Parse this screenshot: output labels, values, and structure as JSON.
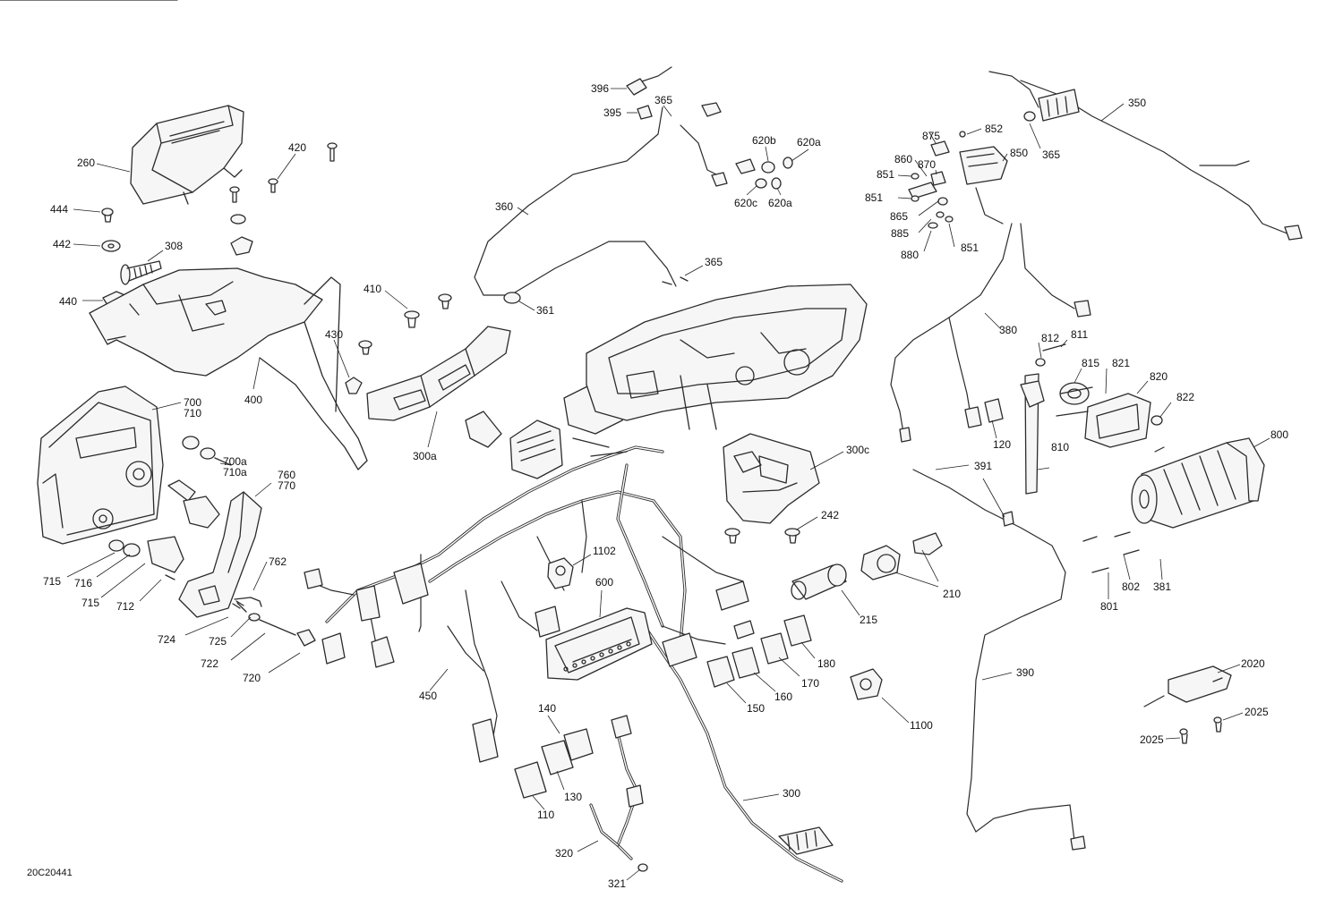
{
  "drawing_ref": "20C20441",
  "callouts": [
    {
      "id": "p396",
      "text": "396"
    },
    {
      "id": "p365a",
      "text": "365"
    },
    {
      "id": "p395",
      "text": "395"
    },
    {
      "id": "p620b",
      "text": "620b"
    },
    {
      "id": "p620a1",
      "text": "620a"
    },
    {
      "id": "p620c",
      "text": "620c"
    },
    {
      "id": "p620a2",
      "text": "620a"
    },
    {
      "id": "p360",
      "text": "360"
    },
    {
      "id": "p365b",
      "text": "365"
    },
    {
      "id": "p361",
      "text": "361"
    },
    {
      "id": "p260",
      "text": "260"
    },
    {
      "id": "p420",
      "text": "420"
    },
    {
      "id": "p444",
      "text": "444"
    },
    {
      "id": "p442",
      "text": "442"
    },
    {
      "id": "p308",
      "text": "308"
    },
    {
      "id": "p440",
      "text": "440"
    },
    {
      "id": "p410",
      "text": "410"
    },
    {
      "id": "p430",
      "text": "430"
    },
    {
      "id": "p400",
      "text": "400"
    },
    {
      "id": "p300a",
      "text": "300a"
    },
    {
      "id": "p700",
      "text": "700"
    },
    {
      "id": "p710",
      "text": "710"
    },
    {
      "id": "p700a",
      "text": "700a"
    },
    {
      "id": "p710a",
      "text": "710a"
    },
    {
      "id": "p760",
      "text": "760"
    },
    {
      "id": "p770",
      "text": "770"
    },
    {
      "id": "p762",
      "text": "762"
    },
    {
      "id": "p715a",
      "text": "715"
    },
    {
      "id": "p716",
      "text": "716"
    },
    {
      "id": "p715b",
      "text": "715"
    },
    {
      "id": "p712",
      "text": "712"
    },
    {
      "id": "p724",
      "text": "724"
    },
    {
      "id": "p725",
      "text": "725"
    },
    {
      "id": "p722",
      "text": "722"
    },
    {
      "id": "p720",
      "text": "720"
    },
    {
      "id": "p350",
      "text": "350"
    },
    {
      "id": "p365c",
      "text": "365"
    },
    {
      "id": "p875",
      "text": "875"
    },
    {
      "id": "p852",
      "text": "852"
    },
    {
      "id": "p850",
      "text": "850"
    },
    {
      "id": "p860",
      "text": "860"
    },
    {
      "id": "p870",
      "text": "870"
    },
    {
      "id": "p851a",
      "text": "851"
    },
    {
      "id": "p851b",
      "text": "851"
    },
    {
      "id": "p865",
      "text": "865"
    },
    {
      "id": "p885",
      "text": "885"
    },
    {
      "id": "p880",
      "text": "880"
    },
    {
      "id": "p851c",
      "text": "851"
    },
    {
      "id": "p380",
      "text": "380"
    },
    {
      "id": "p812",
      "text": "812"
    },
    {
      "id": "p811",
      "text": "811"
    },
    {
      "id": "p815",
      "text": "815"
    },
    {
      "id": "p821",
      "text": "821"
    },
    {
      "id": "p820",
      "text": "820"
    },
    {
      "id": "p822",
      "text": "822"
    },
    {
      "id": "p120",
      "text": "120"
    },
    {
      "id": "p810",
      "text": "810"
    },
    {
      "id": "p800",
      "text": "800"
    },
    {
      "id": "p300c",
      "text": "300c"
    },
    {
      "id": "p391",
      "text": "391"
    },
    {
      "id": "p242",
      "text": "242"
    },
    {
      "id": "p1102",
      "text": "1102"
    },
    {
      "id": "p600",
      "text": "600"
    },
    {
      "id": "p210",
      "text": "210"
    },
    {
      "id": "p215",
      "text": "215"
    },
    {
      "id": "p802",
      "text": "802"
    },
    {
      "id": "p381",
      "text": "381"
    },
    {
      "id": "p801",
      "text": "801"
    },
    {
      "id": "p180",
      "text": "180"
    },
    {
      "id": "p170",
      "text": "170"
    },
    {
      "id": "p160",
      "text": "160"
    },
    {
      "id": "p150",
      "text": "150"
    },
    {
      "id": "p390",
      "text": "390"
    },
    {
      "id": "p1100",
      "text": "1100"
    },
    {
      "id": "p450",
      "text": "450"
    },
    {
      "id": "p140",
      "text": "140"
    },
    {
      "id": "p130",
      "text": "130"
    },
    {
      "id": "p110",
      "text": "110"
    },
    {
      "id": "p300",
      "text": "300"
    },
    {
      "id": "p320",
      "text": "320"
    },
    {
      "id": "p321",
      "text": "321"
    },
    {
      "id": "p2020",
      "text": "2020"
    },
    {
      "id": "p2025a",
      "text": "2025"
    },
    {
      "id": "p2025b",
      "text": "2025"
    }
  ]
}
